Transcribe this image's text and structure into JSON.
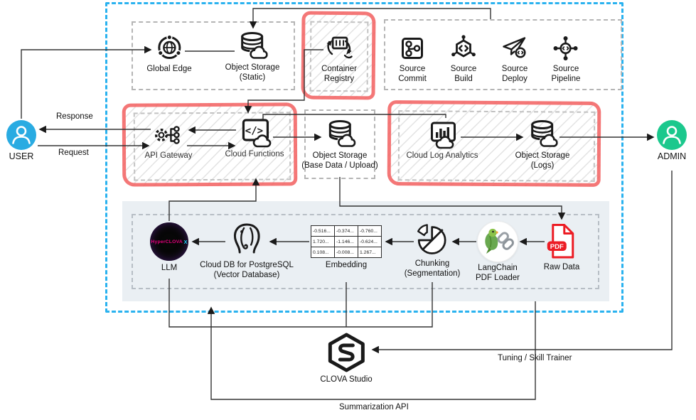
{
  "palette": {
    "outer_border_blue": "#2ab2ef",
    "sketch_red": "#f26464",
    "user_blue": "#29abe2",
    "admin_green": "#1bc88d",
    "pdf_red": "#ec1c24",
    "rag_box_fill": "#eaeff3",
    "hyperclova_pink": "#e5007d",
    "hyperclova_cyan": "#1ec9f0"
  },
  "actors": {
    "user": "USER",
    "admin": "ADMIN"
  },
  "labels": {
    "response": "Response",
    "request": "Request",
    "tuning": "Tuning / Skill Trainer",
    "summarization": "Summarization API"
  },
  "top": {
    "global_edge": "Global Edge",
    "os_static_1": "Object Storage",
    "os_static_2": "(Static)",
    "registry_1": "Container",
    "registry_2": "Registry",
    "commit_1": "Source",
    "commit_2": "Commit",
    "build_1": "Source",
    "build_2": "Build",
    "deploy_1": "Source",
    "deploy_2": "Deploy",
    "pipeline_1": "Source",
    "pipeline_2": "Pipeline"
  },
  "mid": {
    "api_gateway": "API Gateway",
    "cloud_functions": "Cloud Functions",
    "os_base_1": "Object Storage",
    "os_base_2": "(Base Data / Upload)",
    "cla": "Cloud Log Analytics",
    "os_logs_1": "Object Storage",
    "os_logs_2": "(Logs)"
  },
  "rag": {
    "llm": "LLM",
    "llm_brand": "HyperCLOVA",
    "llm_brand_x": "X",
    "postgres_1": "Cloud DB for PostgreSQL",
    "postgres_2": "(Vector Database)",
    "embedding": "Embedding",
    "embedding_values": [
      [
        "-0.516...",
        "-0.374...",
        "-0.760..."
      ],
      [
        "1.720...",
        "-1.146...",
        "-0.624..."
      ],
      [
        "0.108...",
        "-0.008...",
        "1.267..."
      ]
    ],
    "chunking_1": "Chunking",
    "chunking_2": "(Segmentation)",
    "langchain_1": "LangChain",
    "langchain_2": "PDF Loader",
    "raw_data": "Raw Data",
    "pdf_badge": "PDF"
  },
  "bottom": {
    "clova": "CLOVA Studio"
  }
}
